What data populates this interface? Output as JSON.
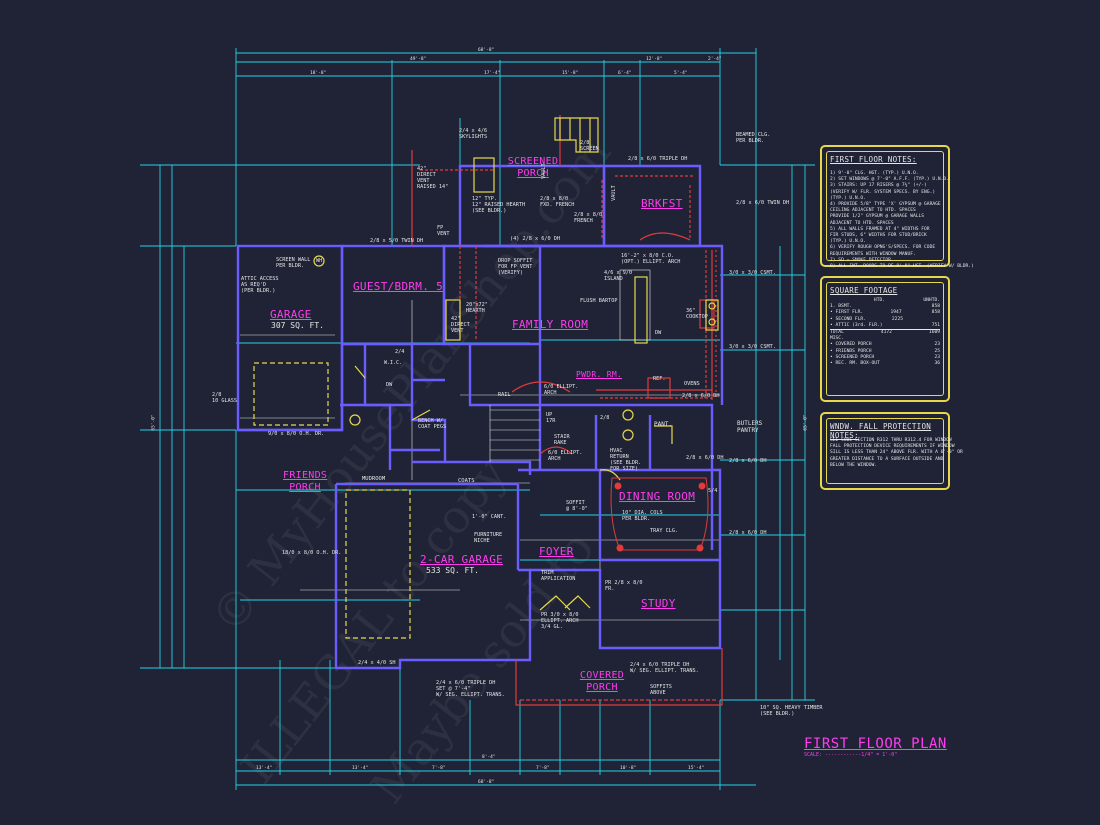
{
  "plan_title": "FIRST FLOOR PLAN",
  "plan_scale": "SCALE: ------------1/4\" = 1'-0\"",
  "watermarks": [
    "© MyHousePlanShop.com",
    "ILLEGAL to copy",
    "Maybe sold to"
  ],
  "rooms": {
    "screened_porch": "SCREENED PORCH",
    "brkfst": "BRKFST",
    "garage": "GARAGE",
    "garage_sqft": "307 SQ. FT.",
    "guest": "GUEST/BDRM. 5",
    "family_room": "FAMILY ROOM",
    "pwdr": "PWDR. RM.",
    "friends_porch": "FRIENDS PORCH",
    "two_car": "2-CAR GARAGE",
    "two_car_sqft": "533 SQ. FT.",
    "foyer": "FOYER",
    "dining": "DINING ROOM",
    "study": "STUDY",
    "covered_porch": "COVERED PORCH",
    "butlers": "BUTLERS PANTRY",
    "pant": "PANT.",
    "mudroom": "MUDROOM",
    "coats": "COATS",
    "wic": "W.I.C."
  },
  "notes": {
    "skylights": "2/4 x 4/6\nSKYLIGHTS",
    "beamed": "BEAMED CLG.\nPER BLDR.",
    "triple_dh_top": "2/8 x 6/0 TRIPLE DH",
    "twin_dh_right": "2/8 x 6/0 TWIN DH",
    "screen_wall": "SCREEN WALL\nPER BLDR.",
    "attic": "ATTIC ACCESS\nAS REQ'D\n(PER BLDR.)",
    "twin_dh_guest": "2/8 x 5/0 TWIN DH",
    "hearth": "12\" TYP.\n12\" RAISED HEARTH\n(SEE BLDR.)",
    "direct_vent": "42\"\nDIRECT\nVENT\nRAISED 14\"",
    "fixed_french": "2/8 x 8/0\nFXD. FRENCH",
    "french": "2/8 x 8/0\nFRENCH",
    "drop_soffit": "DROP SOFFIT\nFOR FP VENT\n(VERIFY)",
    "ellipt_arch": "16'-2\" x 8/0 C.O.\n(OPT.) ELLIPT. ARCH",
    "island": "4/6 x 9/0\nISLAND",
    "flush_bartop": "FLUSH BARTOP",
    "cooktop": "36\"\nCOOKTOP",
    "csmt1": "3/0 x 3/0 CSMT.",
    "csmt2": "3/0 x 3/0 CSMT.",
    "ovens": "OVENS",
    "ref": "REF.",
    "dh_dining1": "2/8 x 6/0 DH",
    "dh_dining2": "2/8 x 6/0 DH",
    "hvac": "HVAC\nRETURN\n(SEE BLDR.\nFOR SIZE)",
    "dual_cols": "10\" DIA. COLS\nPER BLDR.",
    "tray": "TRAY CLG.",
    "soffit": "SOFFIT\n@ 8'-0\"",
    "cant": "1'-0\" CANT.",
    "niche": "FURNITURE\nNICHE",
    "trim": "TRIM\nAPPLICATION",
    "pr_study": "PR 2/8 x 8/0\nFR.",
    "front_door": "PR 3/0 x 8/0\nELLIPT. ARCH\n3/4 GL.",
    "triple_dh_bottom": "2/4 x 6/0 TRIPLE DH\nSET @ 7'-4\"\nW/ SEG. ELLIPT. TRANS.",
    "triple_dh_study": "2/4 x 6/0 TRIPLE DH\nW/ SEG. ELLIPT. TRANS.",
    "soffits_above": "SOFFITS\nABOVE",
    "timber": "10\" SQ. HEAVY TIMBER\n(SEE BLDR.)",
    "garage_door1": "9/0 x 8/0 O.H. DR.",
    "garage_door2": "18/0 x 8/0 O.H. DR.",
    "glass": "2/8\n10 GLASS",
    "bsh": "2/4 x 4/0 SH",
    "bench": "BENCH W/\nCOAT PEGS",
    "rail": "RAIL",
    "stair_rake": "STAIR\nRAKE",
    "up": "UP\n17R",
    "arch2": "6/0 ELLIPT.\nARCH",
    "arch3": "6/0 ELLIPT.\nARCH",
    "fp_vent": "FP\nVENT",
    "hearth2": "20\"x72\"\nHEARTH",
    "direct_vent2": "42\"\nDIRECT\nVENT",
    "wh": "WH",
    "dw": "DW",
    "twin_dh_family": "(4) 2/8 x 6/0 DH",
    "vault1": "VAULT",
    "vault2": "VAULT",
    "screen": "2/8\nSCREEN",
    "right_dh": "2/8 x 6/0 DH",
    "right_dh2": "2/8 x 6/0 DH",
    "dw2": "DW",
    "num_2_4": "2/4",
    "num_2_8": "2/8",
    "num_5_4": "5/4"
  },
  "panels": {
    "notes": {
      "title": "FIRST FLOOR NOTES:",
      "lines": [
        "1) 9'-0\" CLG. HGT. (TYP.) U.N.O.",
        "2) SET WINDOWS @ 7'-0\" A.F.F. (TYP.) U.N.O.",
        "3) STAIRS: UP 17 RISERS @ 7¾\" (+/-)",
        "   (VERIFY W/ FLR. SYSTEM SPECS. BY ENG.)",
        "   (TYP.) U.N.O.",
        "4) PROVIDE 5/8\" TYPE 'X' GYPSUM @ GARAGE",
        "   CEILING ADJACENT TO HTD. SPACES",
        "   PROVIDE 1/2\" GYPSUM @ GARAGE WALLS",
        "   ADJACENT TO HTD. SPACES",
        "5) ALL WALLS FRAMED AT 4\" WIDTHS FOR",
        "   FIR STUDS, 6\" WIDTHS FOR STUD/BRICK",
        "   (TYP.) U.N.O.",
        "6) VERIFY ROUGH OPNG'S/SPECS. FOR CODE",
        "   REQUIREMENTS WITH WINDOW MANUF.",
        "7) SD = SMOKE DETECTOR",
        "8) ALL INT. DOORS TO BE 8'-0\" HGT. (VERIFY W/ BLDR.)"
      ]
    },
    "sqft": {
      "title": "SQUARE FOOTAGE",
      "col1": "HTD.",
      "col2": "UNHTD.",
      "rows": [
        [
          "1. BSMT.",
          "",
          "858"
        ],
        [
          "• FIRST FLR.",
          "1947",
          "858"
        ],
        [
          "• SECOND FLR.",
          "2225",
          ""
        ],
        [
          "• ATTIC (3rd. FLR.)",
          "",
          "751"
        ],
        [
          "TOTAL",
          "4172",
          "1609"
        ],
        [
          "",
          "",
          ""
        ],
        [
          "MISC.",
          "",
          ""
        ],
        [
          "• COVERED PORCH",
          "",
          "23"
        ],
        [
          "• FRIENDS PORCH",
          "",
          "25"
        ],
        [
          "• SCREENED PORCH",
          "",
          "23"
        ],
        [
          "• REC. RM. BOX-OUT",
          "",
          "36"
        ]
      ]
    },
    "window": {
      "title": "WNDW. FALL PROTECTION NOTES:",
      "lines": [
        "SEE CODE SECTION R312 THRU R312.4 FOR WINDOW",
        "FALL PROTECTION DEVICE REQUIREMENTS IF WINDOW",
        "SILL IS LESS THAN 24\" ABOVE FLR. WITH A 6'-0\" OR",
        "GREATER DISTANCE TO A SURFACE OUTSIDE AND",
        "BELOW THE WINDOW."
      ]
    }
  },
  "dims": {
    "overall_top": "68'-8\"",
    "top_a": "49'-8\"",
    "top_b": "12'-8\"",
    "top_c": "2'-4\"",
    "row2_a": "18'-8\"",
    "row2_b": "17'-4\"",
    "row2_c": "15'-8\"",
    "row2_d": "6'-4\"",
    "row2_e": "5'-4\"",
    "overall_bottom": "68'-8\"",
    "bot1": "13'-4\"",
    "bot2": "13'-4\"",
    "bot3": "7'-8\"",
    "bot4": "7'-8\"",
    "bot5": "10'-8\"",
    "bot6": "15'-4\"",
    "bot7": "8'-4\"",
    "left_overall": "65'-0\"",
    "right_overall": "65'-0\""
  }
}
